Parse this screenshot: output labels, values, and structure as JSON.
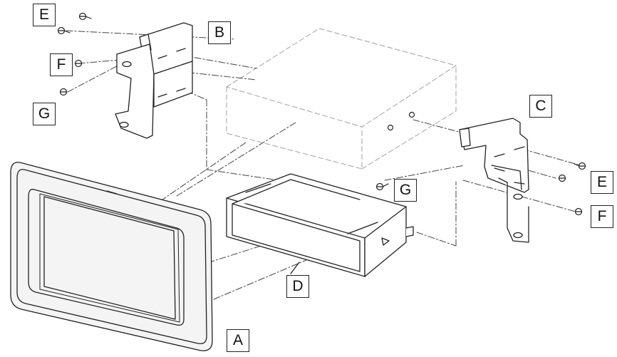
{
  "diagram": {
    "labels": {
      "A": "A",
      "B": "B",
      "C": "C",
      "D": "D",
      "E_top": "E",
      "E_right": "E",
      "F_top": "F",
      "F_right": "F",
      "G_top": "G",
      "G_center": "G"
    },
    "line_color": "#222222",
    "ghost_line_color": "#aaaaaa",
    "part_fill": "#ffffff",
    "bezel_fill": "#f4f4f4"
  }
}
